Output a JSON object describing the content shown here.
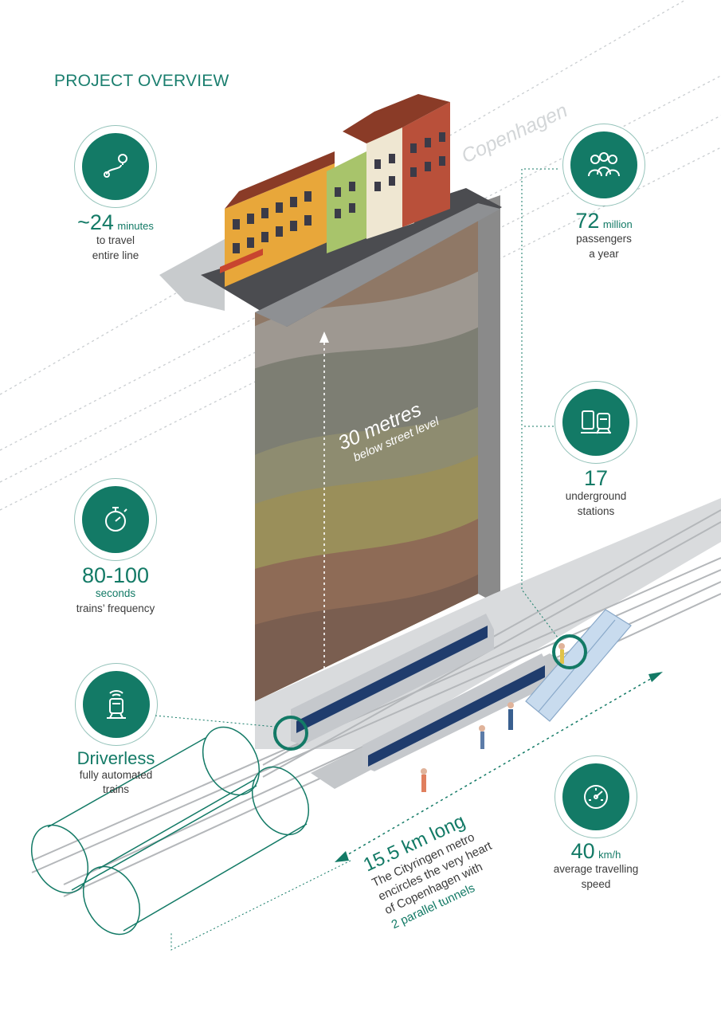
{
  "title": "PROJECT OVERVIEW",
  "city_label": "Copenhagen",
  "depth": {
    "value": "30 metres",
    "label": "below street level"
  },
  "stats": {
    "travel_time": {
      "value": "~24",
      "unit": "minutes",
      "line1": "to travel",
      "line2": "entire line",
      "icon": "route-icon"
    },
    "passengers": {
      "value": "72",
      "unit": "million",
      "line1": "passengers",
      "line2": "a year",
      "icon": "people-icon"
    },
    "stations": {
      "value": "17",
      "line1": "underground",
      "line2": "stations",
      "icon": "station-icon"
    },
    "frequency": {
      "value": "80-100",
      "unit": "seconds",
      "line1": "trains’ frequency",
      "icon": "stopwatch-icon"
    },
    "driverless": {
      "value": "Driverless",
      "line1": "fully automated",
      "line2": "trains",
      "icon": "automated-train-icon"
    },
    "speed": {
      "value": "40",
      "unit": "km/h",
      "line1": "average travelling",
      "line2": "speed",
      "icon": "speedometer-icon"
    }
  },
  "length": {
    "value": "15.5 km long",
    "line1": "The Cityringen metro",
    "line2": "encircles the very heart",
    "line3": "of Copenhagen with",
    "line4": "2 parallel tunnels"
  },
  "colors": {
    "accent": "#137a66",
    "text": "#3b3b3b"
  }
}
